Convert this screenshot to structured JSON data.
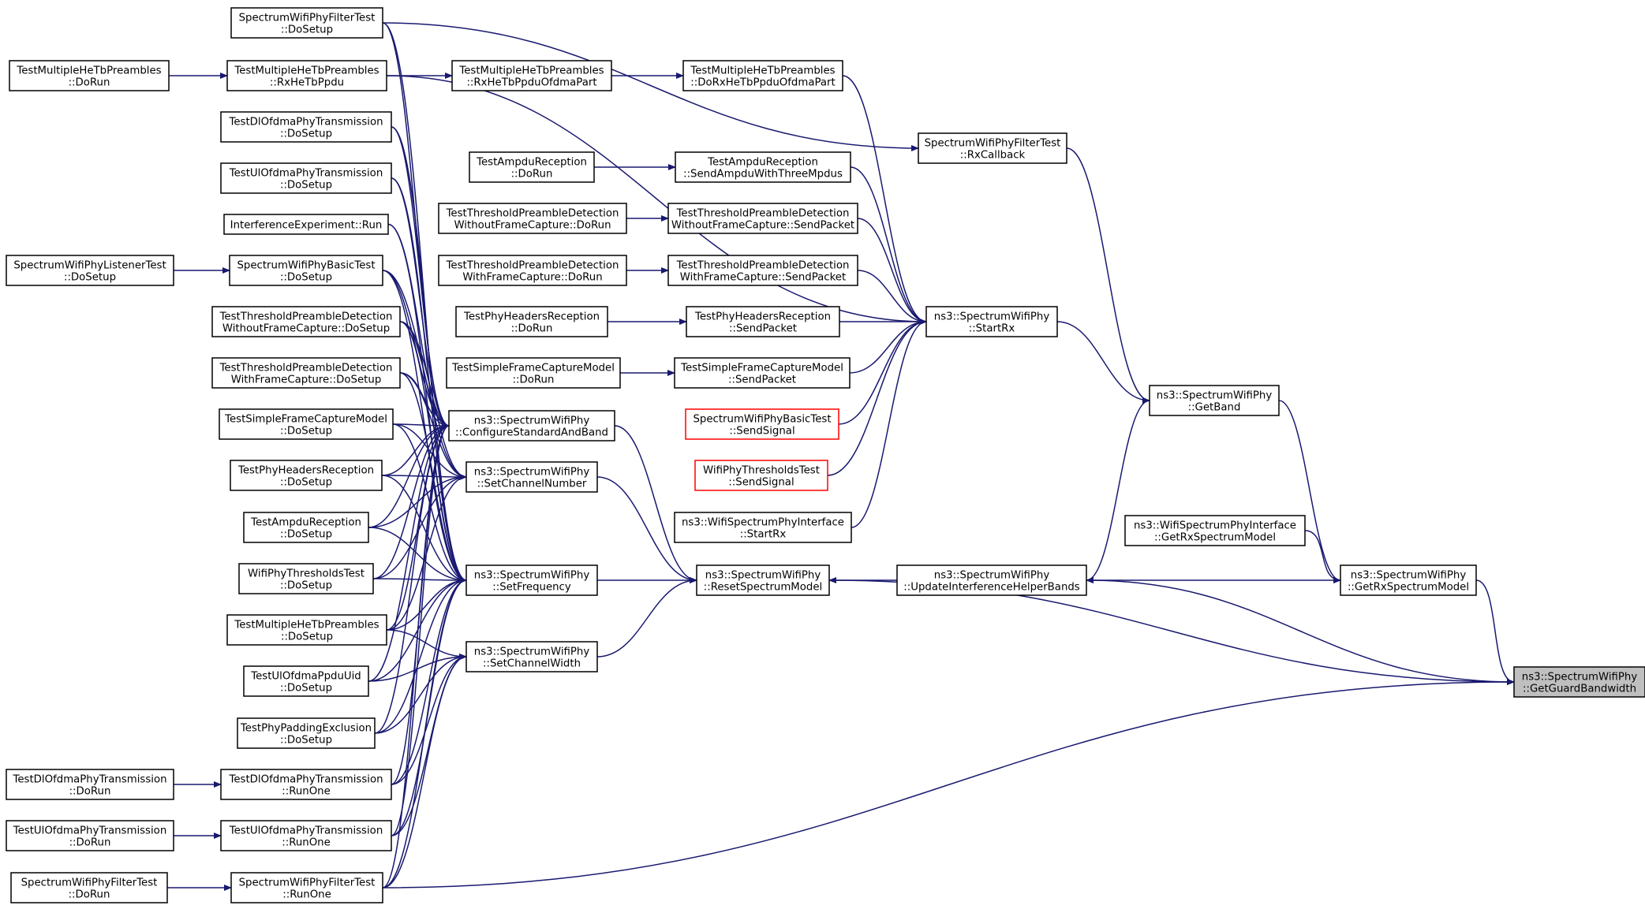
{
  "colors": {
    "edge": "#191970",
    "node_border": "#000000",
    "node_fill": "#ffffff",
    "truncated_border": "#ff0000",
    "root_fill": "#bfbfbf"
  },
  "nodes": [
    {
      "id": "root",
      "lines": [
        "ns3::SpectrumWifiPhy",
        "::GetGuardBandwidth"
      ],
      "style": "root"
    },
    {
      "id": "getrx",
      "lines": [
        "ns3::SpectrumWifiPhy",
        "::GetRxSpectrumModel"
      ],
      "style": "normal"
    },
    {
      "id": "updint",
      "lines": [
        "ns3::SpectrumWifiPhy",
        "::UpdateInterferenceHelperBands"
      ],
      "style": "normal"
    },
    {
      "id": "reset",
      "lines": [
        "ns3::SpectrumWifiPhy",
        "::ResetSpectrumModel"
      ],
      "style": "normal"
    },
    {
      "id": "getband",
      "lines": [
        "ns3::SpectrumWifiPhy",
        "::GetBand"
      ],
      "style": "normal"
    },
    {
      "id": "wspi_getrx",
      "lines": [
        "ns3::WifiSpectrumPhyInterface",
        "::GetRxSpectrumModel"
      ],
      "style": "normal"
    },
    {
      "id": "startrx",
      "lines": [
        "ns3::SpectrumWifiPhy",
        "::StartRx"
      ],
      "style": "normal"
    },
    {
      "id": "filter_rxcb",
      "lines": [
        "SpectrumWifiPhyFilterTest",
        "::RxCallback"
      ],
      "style": "normal"
    },
    {
      "id": "configstd",
      "lines": [
        "ns3::SpectrumWifiPhy",
        "::ConfigureStandardAndBand"
      ],
      "style": "normal"
    },
    {
      "id": "setchnum",
      "lines": [
        "ns3::SpectrumWifiPhy",
        "::SetChannelNumber"
      ],
      "style": "normal"
    },
    {
      "id": "setfreq",
      "lines": [
        "ns3::SpectrumWifiPhy",
        "::SetFrequency"
      ],
      "style": "normal"
    },
    {
      "id": "setchw",
      "lines": [
        "ns3::SpectrumWifiPhy",
        "::SetChannelWidth"
      ],
      "style": "normal"
    },
    {
      "id": "domehe_ofdma",
      "lines": [
        "TestMultipleHeTbPreambles",
        "::DoRxHeTbPpduOfdmaPart"
      ],
      "style": "normal"
    },
    {
      "id": "ampdu_send",
      "lines": [
        "TestAmpduReception",
        "::SendAmpduWithThreeMpdus"
      ],
      "style": "normal"
    },
    {
      "id": "tpd_wo_send",
      "lines": [
        "TestThresholdPreambleDetection",
        "WithoutFrameCapture::SendPacket"
      ],
      "style": "normal"
    },
    {
      "id": "tpd_w_send",
      "lines": [
        "TestThresholdPreambleDetection",
        "WithFrameCapture::SendPacket"
      ],
      "style": "normal"
    },
    {
      "id": "phh_send",
      "lines": [
        "TestPhyHeadersReception",
        "::SendPacket"
      ],
      "style": "normal"
    },
    {
      "id": "sfc_send",
      "lines": [
        "TestSimpleFrameCaptureModel",
        "::SendPacket"
      ],
      "style": "normal"
    },
    {
      "id": "basic_sendsig",
      "lines": [
        "SpectrumWifiPhyBasicTest",
        "::SendSignal"
      ],
      "style": "truncated"
    },
    {
      "id": "thr_sendsig",
      "lines": [
        "WifiPhyThresholdsTest",
        "::SendSignal"
      ],
      "style": "truncated"
    },
    {
      "id": "wspi_startrx",
      "lines": [
        "ns3::WifiSpectrumPhyInterface",
        "::StartRx"
      ],
      "style": "normal"
    },
    {
      "id": "mhe_ofdmapart",
      "lines": [
        "TestMultipleHeTbPreambles",
        "::RxHeTbPpduOfdmaPart"
      ],
      "style": "normal"
    },
    {
      "id": "ampdu_dorun",
      "lines": [
        "TestAmpduReception",
        "::DoRun"
      ],
      "style": "normal"
    },
    {
      "id": "tpd_wo_dorun",
      "lines": [
        "TestThresholdPreambleDetection",
        "WithoutFrameCapture::DoRun"
      ],
      "style": "normal"
    },
    {
      "id": "tpd_w_dorun",
      "lines": [
        "TestThresholdPreambleDetection",
        "WithFrameCapture::DoRun"
      ],
      "style": "normal"
    },
    {
      "id": "phh_dorun",
      "lines": [
        "TestPhyHeadersReception",
        "::DoRun"
      ],
      "style": "normal"
    },
    {
      "id": "sfc_dorun",
      "lines": [
        "TestSimpleFrameCaptureModel",
        "::DoRun"
      ],
      "style": "normal"
    },
    {
      "id": "filter_dosetup",
      "lines": [
        "SpectrumWifiPhyFilterTest",
        "::DoSetup"
      ],
      "style": "normal"
    },
    {
      "id": "mhe_rxppdu",
      "lines": [
        "TestMultipleHeTbPreambles",
        "::RxHeTbPpdu"
      ],
      "style": "normal"
    },
    {
      "id": "dl_dosetup",
      "lines": [
        "TestDlOfdmaPhyTransmission",
        "::DoSetup"
      ],
      "style": "normal"
    },
    {
      "id": "ul_dosetup",
      "lines": [
        "TestUlOfdmaPhyTransmission",
        "::DoSetup"
      ],
      "style": "normal"
    },
    {
      "id": "interf_run",
      "lines": [
        "InterferenceExperiment::Run"
      ],
      "style": "normal"
    },
    {
      "id": "basic_dosetup",
      "lines": [
        "SpectrumWifiPhyBasicTest",
        "::DoSetup"
      ],
      "style": "normal"
    },
    {
      "id": "tpd_wo_dosetup",
      "lines": [
        "TestThresholdPreambleDetection",
        "WithoutFrameCapture::DoSetup"
      ],
      "style": "normal"
    },
    {
      "id": "tpd_w_dosetup",
      "lines": [
        "TestThresholdPreambleDetection",
        "WithFrameCapture::DoSetup"
      ],
      "style": "normal"
    },
    {
      "id": "sfc_dosetup",
      "lines": [
        "TestSimpleFrameCaptureModel",
        "::DoSetup"
      ],
      "style": "normal"
    },
    {
      "id": "phh_dosetup",
      "lines": [
        "TestPhyHeadersReception",
        "::DoSetup"
      ],
      "style": "normal"
    },
    {
      "id": "ampdu_dosetup",
      "lines": [
        "TestAmpduReception",
        "::DoSetup"
      ],
      "style": "normal"
    },
    {
      "id": "thr_dosetup",
      "lines": [
        "WifiPhyThresholdsTest",
        "::DoSetup"
      ],
      "style": "normal"
    },
    {
      "id": "mhe_dosetup",
      "lines": [
        "TestMultipleHeTbPreambles",
        "::DoSetup"
      ],
      "style": "normal"
    },
    {
      "id": "ulppdu_dosetup",
      "lines": [
        "TestUlOfdmaPpduUid",
        "::DoSetup"
      ],
      "style": "normal"
    },
    {
      "id": "pad_dosetup",
      "lines": [
        "TestPhyPaddingExclusion",
        "::DoSetup"
      ],
      "style": "normal"
    },
    {
      "id": "dl_runone",
      "lines": [
        "TestDlOfdmaPhyTransmission",
        "::RunOne"
      ],
      "style": "normal"
    },
    {
      "id": "ul_runone",
      "lines": [
        "TestUlOfdmaPhyTransmission",
        "::RunOne"
      ],
      "style": "normal"
    },
    {
      "id": "filter_runone",
      "lines": [
        "SpectrumWifiPhyFilterTest",
        "::RunOne"
      ],
      "style": "normal"
    },
    {
      "id": "mhe_dorun",
      "lines": [
        "TestMultipleHeTbPreambles",
        "::DoRun"
      ],
      "style": "normal"
    },
    {
      "id": "listener_dosetup",
      "lines": [
        "SpectrumWifiPhyListenerTest",
        "::DoSetup"
      ],
      "style": "normal"
    },
    {
      "id": "dl_dorun",
      "lines": [
        "TestDlOfdmaPhyTransmission",
        "::DoRun"
      ],
      "style": "normal"
    },
    {
      "id": "ul_dorun",
      "lines": [
        "TestUlOfdmaPhyTransmission",
        "::DoRun"
      ],
      "style": "normal"
    },
    {
      "id": "filter_dorun",
      "lines": [
        "SpectrumWifiPhyFilterTest",
        "::DoRun"
      ],
      "style": "normal"
    }
  ],
  "edges": [
    [
      "getrx",
      "root"
    ],
    [
      "reset",
      "root"
    ],
    [
      "updint",
      "root"
    ],
    [
      "filter_runone",
      "root"
    ],
    [
      "getband",
      "getrx"
    ],
    [
      "wspi_getrx",
      "getrx"
    ],
    [
      "updint",
      "reset"
    ],
    [
      "getrx",
      "updint"
    ],
    [
      "getband",
      "updint"
    ],
    [
      "startrx",
      "getband"
    ],
    [
      "filter_rxcb",
      "getband"
    ],
    [
      "configstd",
      "reset"
    ],
    [
      "setchnum",
      "reset"
    ],
    [
      "setfreq",
      "reset"
    ],
    [
      "setchw",
      "reset"
    ],
    [
      "domehe_ofdma",
      "startrx"
    ],
    [
      "ampdu_send",
      "startrx"
    ],
    [
      "tpd_wo_send",
      "startrx"
    ],
    [
      "tpd_w_send",
      "startrx"
    ],
    [
      "phh_send",
      "startrx"
    ],
    [
      "sfc_send",
      "startrx"
    ],
    [
      "basic_sendsig",
      "startrx"
    ],
    [
      "thr_sendsig",
      "startrx"
    ],
    [
      "wspi_startrx",
      "startrx"
    ],
    [
      "mhe_rxppdu",
      "startrx"
    ],
    [
      "filter_dosetup",
      "filter_rxcb"
    ],
    [
      "mhe_ofdmapart",
      "domehe_ofdma"
    ],
    [
      "ampdu_dorun",
      "ampdu_send"
    ],
    [
      "tpd_wo_dorun",
      "tpd_wo_send"
    ],
    [
      "tpd_w_dorun",
      "tpd_w_send"
    ],
    [
      "phh_dorun",
      "phh_send"
    ],
    [
      "sfc_dorun",
      "sfc_send"
    ],
    [
      "mhe_rxppdu",
      "mhe_ofdmapart"
    ],
    [
      "mhe_dorun",
      "mhe_rxppdu"
    ],
    [
      "listener_dosetup",
      "basic_dosetup"
    ],
    [
      "dl_dorun",
      "dl_runone"
    ],
    [
      "ul_dorun",
      "ul_runone"
    ],
    [
      "filter_dorun",
      "filter_runone"
    ],
    [
      "filter_dosetup",
      "configstd"
    ],
    [
      "dl_dosetup",
      "configstd"
    ],
    [
      "ul_dosetup",
      "configstd"
    ],
    [
      "interf_run",
      "configstd"
    ],
    [
      "basic_dosetup",
      "configstd"
    ],
    [
      "tpd_wo_dosetup",
      "configstd"
    ],
    [
      "tpd_w_dosetup",
      "configstd"
    ],
    [
      "sfc_dosetup",
      "configstd"
    ],
    [
      "phh_dosetup",
      "configstd"
    ],
    [
      "ampdu_dosetup",
      "configstd"
    ],
    [
      "thr_dosetup",
      "configstd"
    ],
    [
      "mhe_dosetup",
      "configstd"
    ],
    [
      "ulppdu_dosetup",
      "configstd"
    ],
    [
      "pad_dosetup",
      "configstd"
    ],
    [
      "dl_runone",
      "configstd"
    ],
    [
      "ul_runone",
      "configstd"
    ],
    [
      "filter_runone",
      "configstd"
    ],
    [
      "basic_dosetup",
      "setchnum"
    ],
    [
      "tpd_wo_dosetup",
      "setchnum"
    ],
    [
      "tpd_w_dosetup",
      "setchnum"
    ],
    [
      "sfc_dosetup",
      "setchnum"
    ],
    [
      "phh_dosetup",
      "setchnum"
    ],
    [
      "ampdu_dosetup",
      "setchnum"
    ],
    [
      "thr_dosetup",
      "setchnum"
    ],
    [
      "mhe_dosetup",
      "setchnum"
    ],
    [
      "filter_dosetup",
      "setfreq"
    ],
    [
      "dl_dosetup",
      "setfreq"
    ],
    [
      "ul_dosetup",
      "setfreq"
    ],
    [
      "interf_run",
      "setfreq"
    ],
    [
      "basic_dosetup",
      "setfreq"
    ],
    [
      "tpd_wo_dosetup",
      "setfreq"
    ],
    [
      "tpd_w_dosetup",
      "setfreq"
    ],
    [
      "sfc_dosetup",
      "setfreq"
    ],
    [
      "phh_dosetup",
      "setfreq"
    ],
    [
      "ampdu_dosetup",
      "setfreq"
    ],
    [
      "thr_dosetup",
      "setfreq"
    ],
    [
      "mhe_dosetup",
      "setfreq"
    ],
    [
      "ulppdu_dosetup",
      "setfreq"
    ],
    [
      "pad_dosetup",
      "setfreq"
    ],
    [
      "dl_runone",
      "setfreq"
    ],
    [
      "ul_runone",
      "setfreq"
    ],
    [
      "filter_runone",
      "setfreq"
    ],
    [
      "mhe_dosetup",
      "setchw"
    ],
    [
      "ulppdu_dosetup",
      "setchw"
    ],
    [
      "pad_dosetup",
      "setchw"
    ],
    [
      "dl_runone",
      "setchw"
    ],
    [
      "ul_runone",
      "setchw"
    ],
    [
      "filter_runone",
      "setchw"
    ]
  ]
}
